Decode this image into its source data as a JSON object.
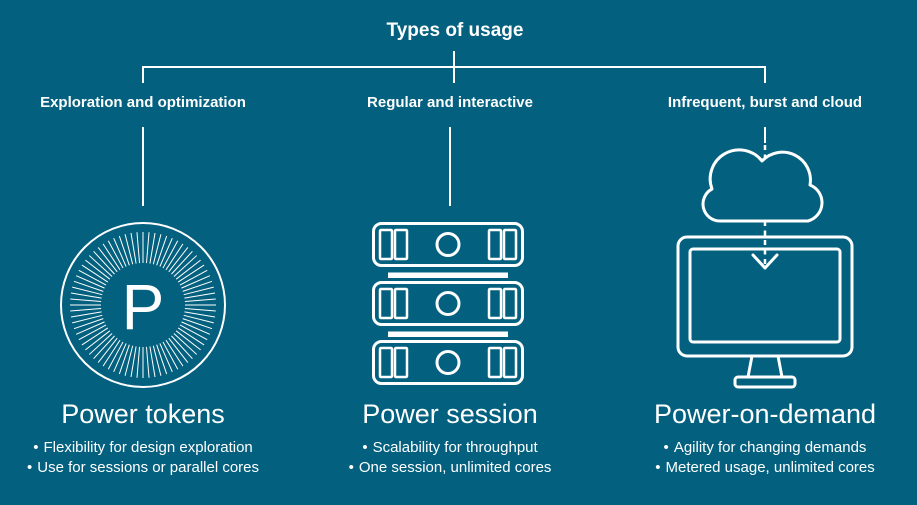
{
  "title": "Types of usage",
  "bullet_char": "•",
  "token_letter": "P",
  "colors": {
    "background": "#03607f",
    "foreground": "#ffffff"
  },
  "columns": [
    {
      "category": "Exploration and optimization",
      "icon": "power-tokens-icon",
      "heading": "Power tokens",
      "bullets": [
        "Flexibility for design exploration",
        "Use for sessions or parallel cores"
      ]
    },
    {
      "category": "Regular and interactive",
      "icon": "server-stack-icon",
      "heading": "Power session",
      "bullets": [
        "Scalability for throughput",
        "One session, unlimited cores"
      ]
    },
    {
      "category": "Infrequent, burst and cloud",
      "icon": "cloud-to-monitor-icon",
      "heading": "Power-on-demand",
      "bullets": [
        "Agility for changing demands",
        "Metered usage, unlimited cores"
      ]
    }
  ]
}
